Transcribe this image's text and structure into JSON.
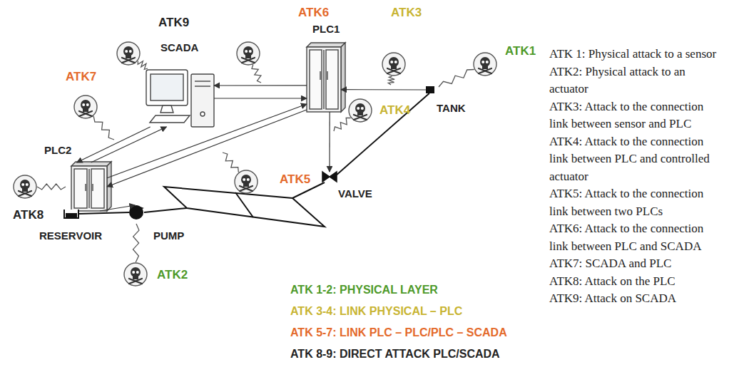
{
  "diagram": {
    "nodes": [
      {
        "text": [
          "SCADA"
        ]
      },
      {
        "text": [
          "PLC1"
        ]
      },
      {
        "text": [
          "PLC2"
        ]
      },
      {
        "text": [
          "TANK"
        ]
      },
      {
        "text": [
          "VALVE"
        ]
      },
      {
        "text": [
          "PUMP"
        ]
      },
      {
        "text": [
          "RESERVOIR"
        ]
      }
    ],
    "edges": [
      {
        "from": 1,
        "to": 0,
        "arrow": "to"
      },
      {
        "from": 0,
        "to": 1,
        "arrow": "to"
      },
      {
        "from": 2,
        "to": 0,
        "arrow": "to"
      },
      {
        "from": 0,
        "to": 2,
        "arrow": "to"
      },
      {
        "from": 2,
        "to": 1,
        "arrow": "to"
      },
      {
        "from": 1,
        "to": 2,
        "arrow": "to"
      },
      {
        "from": 3,
        "to": 1,
        "arrow": "to"
      },
      {
        "from": 1,
        "to": 4,
        "arrow": "to"
      },
      {
        "from": 2,
        "to": 5,
        "arrow": "to"
      },
      {
        "from": 3,
        "to": 4,
        "arrow": "none"
      },
      {
        "from": 6,
        "to": 5,
        "arrow": "none"
      }
    ],
    "labels": [
      "ATK9",
      "ATK6",
      "ATK3",
      "ATK1",
      "ATK7",
      "ATK4",
      "ATK5",
      "ATK8",
      "ATK2",
      "ATK 1-2: PHYSICAL LAYER",
      "ATK 3-4: LINK PHYSICAL – PLC",
      "ATK 5-7: LINK PLC – PLC/PLC – SCADA",
      "ATK 8-9: DIRECT ATTACK PLC/SCADA",
      "ATK 1: Physical attack to a sensor",
      "ATK2: Physical attack to an actuator",
      "ATK3: Attack to the connection link between sensor and PLC",
      "ATK4: Attack to the connection link between PLC and controlled actuator",
      "ATK5: Attack to the connection link between two PLCs",
      "ATK6: Attack to the connection link between PLC and SCADA",
      "ATK7: SCADA and PLC",
      "ATK8: Attack on the PLC",
      "ATK9: Attack on SCADA"
    ]
  }
}
